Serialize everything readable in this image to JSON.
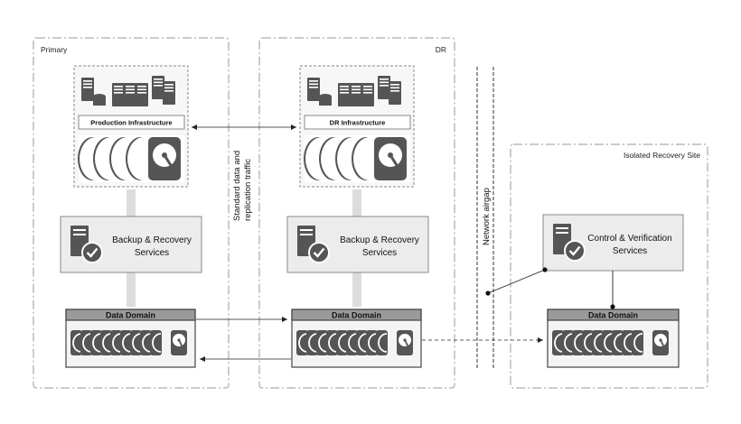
{
  "zones": {
    "primary": "Primary",
    "dr": "DR",
    "isolated": "Isolated Recovery Site"
  },
  "primary": {
    "infra_label": "Production Infrastructure",
    "services_line1": "Backup & Recovery",
    "services_line2": "Services",
    "dd_label": "Data Domain"
  },
  "dr": {
    "infra_label": "DR Infrastructure",
    "services_line1": "Backup & Recovery",
    "services_line2": "Services",
    "dd_label": "Data Domain"
  },
  "isolated": {
    "services_line1": "Control & Verification",
    "services_line2": "Services",
    "dd_label": "Data Domain"
  },
  "links": {
    "replication_line1": "Standard data and",
    "replication_line2": "replication traffic",
    "airgap": "Network airgap"
  },
  "colors": {
    "panel_fill": "#ececec",
    "panel_stroke": "#8a8a8a",
    "dark_gray": "#555555",
    "header_gray": "#9a9a9a",
    "zone_stroke": "#9a9a9a"
  }
}
